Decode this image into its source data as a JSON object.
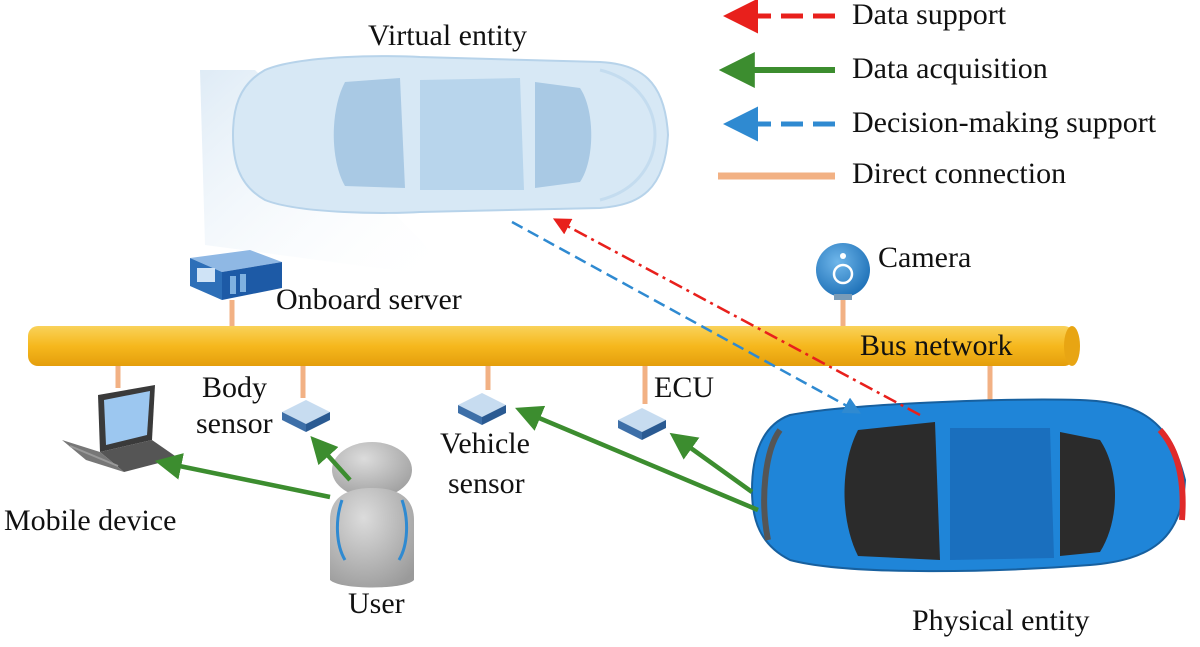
{
  "legend": {
    "data_support": "Data support",
    "data_acquisition": "Data acquisition",
    "decision_support": "Decision-making support",
    "direct_connection": "Direct connection"
  },
  "labels": {
    "virtual_entity": "Virtual entity",
    "physical_entity": "Physical entity",
    "onboard_server": "Onboard server",
    "camera": "Camera",
    "bus_network": "Bus network",
    "ecu": "ECU",
    "body_sensor_1": "Body",
    "body_sensor_2": "sensor",
    "vehicle_sensor_1": "Vehicle",
    "vehicle_sensor_2": "sensor",
    "mobile_device": "Mobile device",
    "user": "User"
  },
  "colors": {
    "data_support": "#e8201c",
    "data_acquisition": "#3c8d2f",
    "decision_support": "#2f8ad1",
    "direct_connection": "#f2b184",
    "bus": "#f6b81d",
    "car_blue": "#1f85d8",
    "virtual_car": "#c7e0f2"
  },
  "icons": {
    "server": "server-icon",
    "camera": "camera-icon",
    "laptop": "laptop-icon",
    "user": "user-icon",
    "sensor": "sensor-icon"
  }
}
